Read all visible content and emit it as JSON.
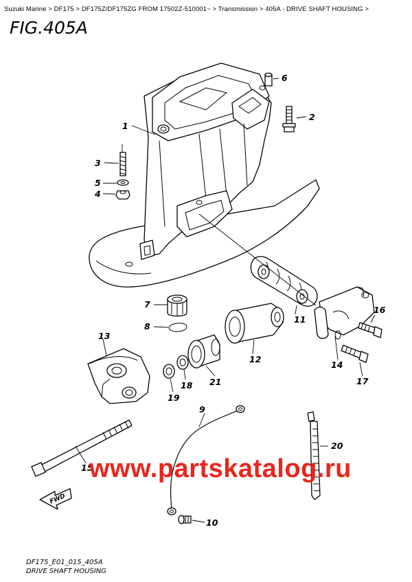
{
  "breadcrumb": {
    "items": [
      "Suzuki Marine",
      "DF175",
      "DF175Z/DF175ZG FROM 17502Z-510001~",
      "Transmission",
      "405A - DRIVE SHAFT HOUSING"
    ],
    "separator": ">"
  },
  "figure": {
    "title": "FIG.405A"
  },
  "callouts": {
    "c1": "1",
    "c2": "2",
    "c3": "3",
    "c4": "4",
    "c5": "5",
    "c6": "6",
    "c7": "7",
    "c8": "8",
    "c9": "9",
    "c10": "10",
    "c11": "11",
    "c12": "12",
    "c13": "13",
    "c15": "15",
    "c16": "16",
    "c17": "17",
    "c18": "18",
    "c19": "19",
    "c20": "20",
    "c21": "21",
    "c14": "14"
  },
  "fwd_label": "FWD",
  "watermark": "www.partskatalog.ru",
  "footer": {
    "code": "DF175_E01_015_405A",
    "name": "DRIVE SHAFT HOUSING"
  },
  "colors": {
    "watermark": "#e8261c",
    "ink": "#000000",
    "background": "#ffffff"
  }
}
